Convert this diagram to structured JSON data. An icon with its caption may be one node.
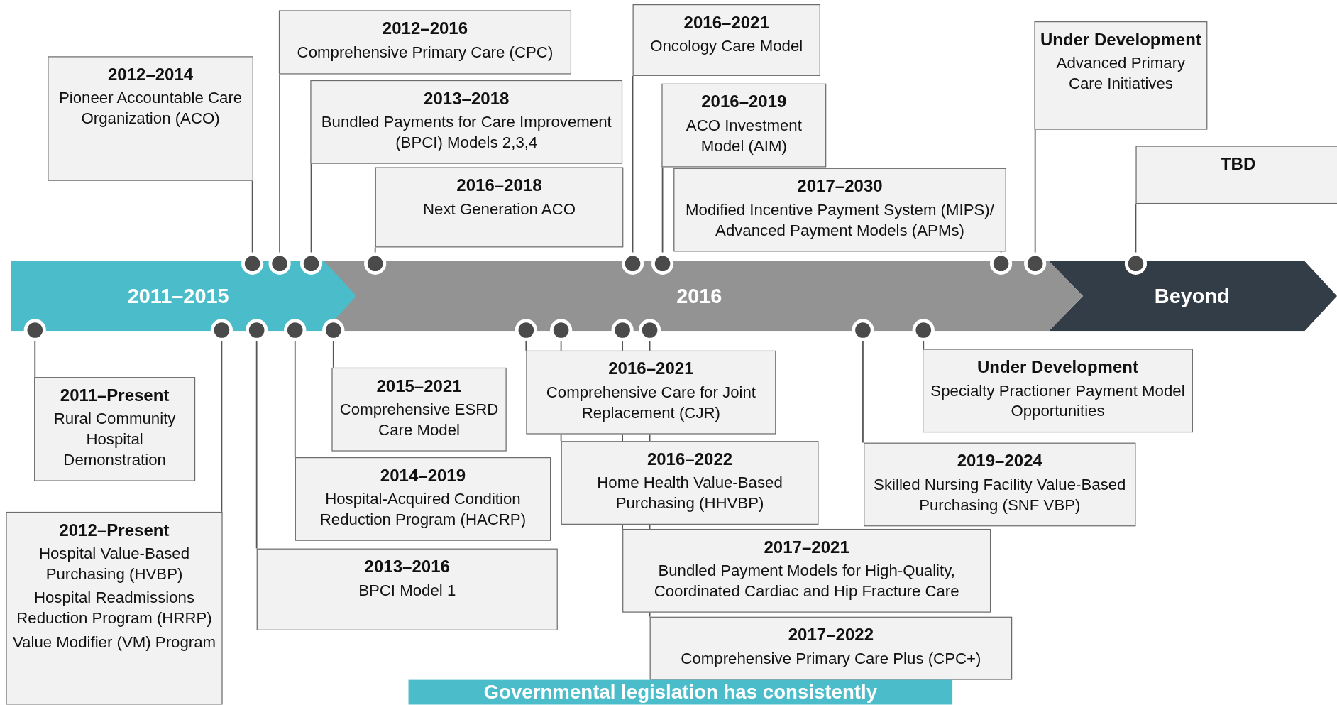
{
  "diagram": {
    "nodes": [
      {
        "text": [
          "2012–2014",
          "Pioneer Accountable Care Organization (ACO)"
        ]
      },
      {
        "text": [
          "2012–2016",
          "Comprehensive Primary Care (CPC)"
        ]
      },
      {
        "text": [
          "2013–2018",
          "Bundled Payments for Care Improvement (BPCI) Models 2,3,4"
        ]
      },
      {
        "text": [
          "2016–2018",
          "Next Generation ACO"
        ]
      },
      {
        "text": [
          "2016–2021",
          "Oncology Care Model"
        ]
      },
      {
        "text": [
          "2016–2019",
          "ACO Investment Model (AIM)"
        ]
      },
      {
        "text": [
          "2017–2030",
          "Modified Incentive Payment System (MIPS)/ Advanced Payment Models (APMs)"
        ]
      },
      {
        "text": [
          "Under Development",
          "Advanced Primary Care Initiatives"
        ]
      },
      {
        "text": [
          "TBD"
        ]
      },
      {
        "text": [
          "2011–2015"
        ]
      },
      {
        "text": [
          "2016"
        ]
      },
      {
        "text": [
          "Beyond"
        ]
      },
      {
        "text": [
          "2011–Present",
          "Rural Community Hospital Demonstration"
        ]
      },
      {
        "text": [
          "2012–Present",
          "Hospital Value-Based Purchasing (HVBP)",
          "Hospital Readmissions Reduction Program (HRRP)",
          "Value Modifier (VM) Program"
        ]
      },
      {
        "text": [
          "2015–2021",
          "Comprehensive ESRD Care Model"
        ]
      },
      {
        "text": [
          "2014–2019",
          "Hospital-Acquired Condition Reduction Program (HACRP)"
        ]
      },
      {
        "text": [
          "2013–2016",
          "BPCI Model 1"
        ]
      },
      {
        "text": [
          "2016–2021",
          "Comprehensive Care for Joint Replacement (CJR)"
        ]
      },
      {
        "text": [
          "2016–2022",
          "Home Health Value-Based Purchasing (HHVBP)"
        ]
      },
      {
        "text": [
          "2017–2021",
          "Bundled Payment Models for High-Quality, Coordinated Cardiac and Hip Fracture Care"
        ]
      },
      {
        "text": [
          "2017–2022",
          "Comprehensive Primary Care Plus (CPC+)"
        ]
      },
      {
        "text": [
          "2019–2024",
          "Skilled Nursing Facility Value-Based Purchasing (SNF VBP)"
        ]
      },
      {
        "text": [
          "Under Development",
          "Specialty Practioner Payment Model Opportunities"
        ]
      },
      {
        "text": [
          "Governmental legislation has consistently"
        ]
      },
      {
        "text": [],
        "shape": "circle"
      },
      {
        "text": [],
        "shape": "circle"
      },
      {
        "text": [],
        "shape": "circle"
      },
      {
        "text": [],
        "shape": "circle"
      },
      {
        "text": [],
        "shape": "circle"
      },
      {
        "text": [],
        "shape": "circle"
      },
      {
        "text": [],
        "shape": "circle"
      },
      {
        "text": [],
        "shape": "circle"
      },
      {
        "text": [],
        "shape": "circle"
      },
      {
        "text": [],
        "shape": "circle"
      },
      {
        "text": [],
        "shape": "circle"
      },
      {
        "text": [],
        "shape": "circle"
      },
      {
        "text": [],
        "shape": "circle"
      },
      {
        "text": [],
        "shape": "circle"
      },
      {
        "text": [],
        "shape": "circle"
      },
      {
        "text": [],
        "shape": "circle"
      },
      {
        "text": [],
        "shape": "circle"
      },
      {
        "text": [],
        "shape": "circle"
      },
      {
        "text": [],
        "shape": "circle"
      },
      {
        "text": [],
        "shape": "circle"
      }
    ],
    "edges": [
      {
        "from": 0,
        "to": 24,
        "arrow": "none"
      },
      {
        "from": 1,
        "to": 25,
        "arrow": "none"
      },
      {
        "from": 2,
        "to": 26,
        "arrow": "none"
      },
      {
        "from": 3,
        "to": 27,
        "arrow": "none"
      },
      {
        "from": 4,
        "to": 28,
        "arrow": "none"
      },
      {
        "from": 5,
        "to": 29,
        "arrow": "none"
      },
      {
        "from": 6,
        "to": 30,
        "arrow": "none"
      },
      {
        "from": 7,
        "to": 31,
        "arrow": "none"
      },
      {
        "from": 8,
        "to": 32,
        "arrow": "none"
      },
      {
        "from": 12,
        "to": 33,
        "arrow": "none"
      },
      {
        "from": 13,
        "to": 34,
        "arrow": "none"
      },
      {
        "from": 16,
        "to": 35,
        "arrow": "none"
      },
      {
        "from": 15,
        "to": 36,
        "arrow": "none"
      },
      {
        "from": 14,
        "to": 37,
        "arrow": "none"
      },
      {
        "from": 17,
        "to": 38,
        "arrow": "none"
      },
      {
        "from": 18,
        "to": 39,
        "arrow": "none"
      },
      {
        "from": 19,
        "to": 40,
        "arrow": "none"
      },
      {
        "from": 20,
        "to": 41,
        "arrow": "none"
      },
      {
        "from": 21,
        "to": 42,
        "arrow": "none"
      },
      {
        "from": 22,
        "to": 43,
        "arrow": "none"
      }
    ]
  }
}
